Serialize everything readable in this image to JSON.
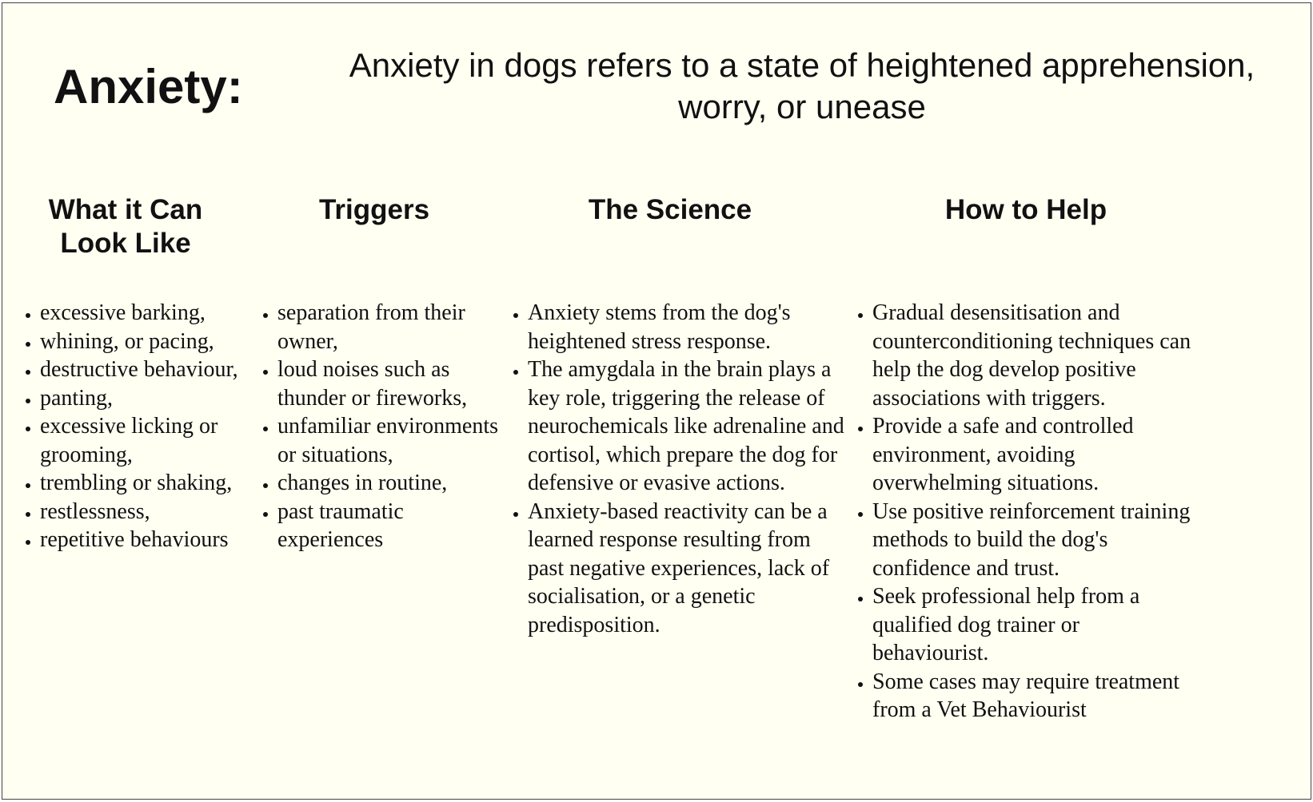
{
  "title": "Anxiety:",
  "definition": "Anxiety in dogs refers to a state of heightened apprehension, worry, or unease",
  "columns": [
    {
      "heading_line1": "What it Can",
      "heading_line2": "Look Like",
      "items": [
        "excessive barking,",
        "whining, or pacing,",
        "destructive behaviour,",
        "panting,",
        "excessive licking or grooming,",
        "trembling or shaking,",
        "restlessness,",
        "repetitive behaviours"
      ]
    },
    {
      "heading": "Triggers",
      "items": [
        "separation from their owner,",
        "loud noises such as thunder or fireworks,",
        "unfamiliar environments or situations,",
        "changes in routine,",
        "past traumatic experiences"
      ]
    },
    {
      "heading": "The Science",
      "items": [
        "Anxiety stems from the dog's heightened stress response.",
        "The amygdala in the brain plays a key role, triggering the release of neurochemicals like adrenaline and cortisol, which prepare the dog for defensive or evasive actions.",
        "Anxiety-based reactivity can be a learned response resulting from past negative experiences, lack of socialisation, or a genetic predisposition."
      ]
    },
    {
      "heading": "How to Help",
      "items": [
        "Gradual desensitisation and counterconditioning techniques can help the dog develop positive associations with triggers.",
        "Provide a safe and controlled environment, avoiding overwhelming situations.",
        "Use positive reinforcement training methods to build the dog's confidence and trust.",
        "Seek professional help from a qualified dog trainer or behaviourist.",
        "Some cases may require treatment from a Vet Behaviourist"
      ]
    }
  ]
}
